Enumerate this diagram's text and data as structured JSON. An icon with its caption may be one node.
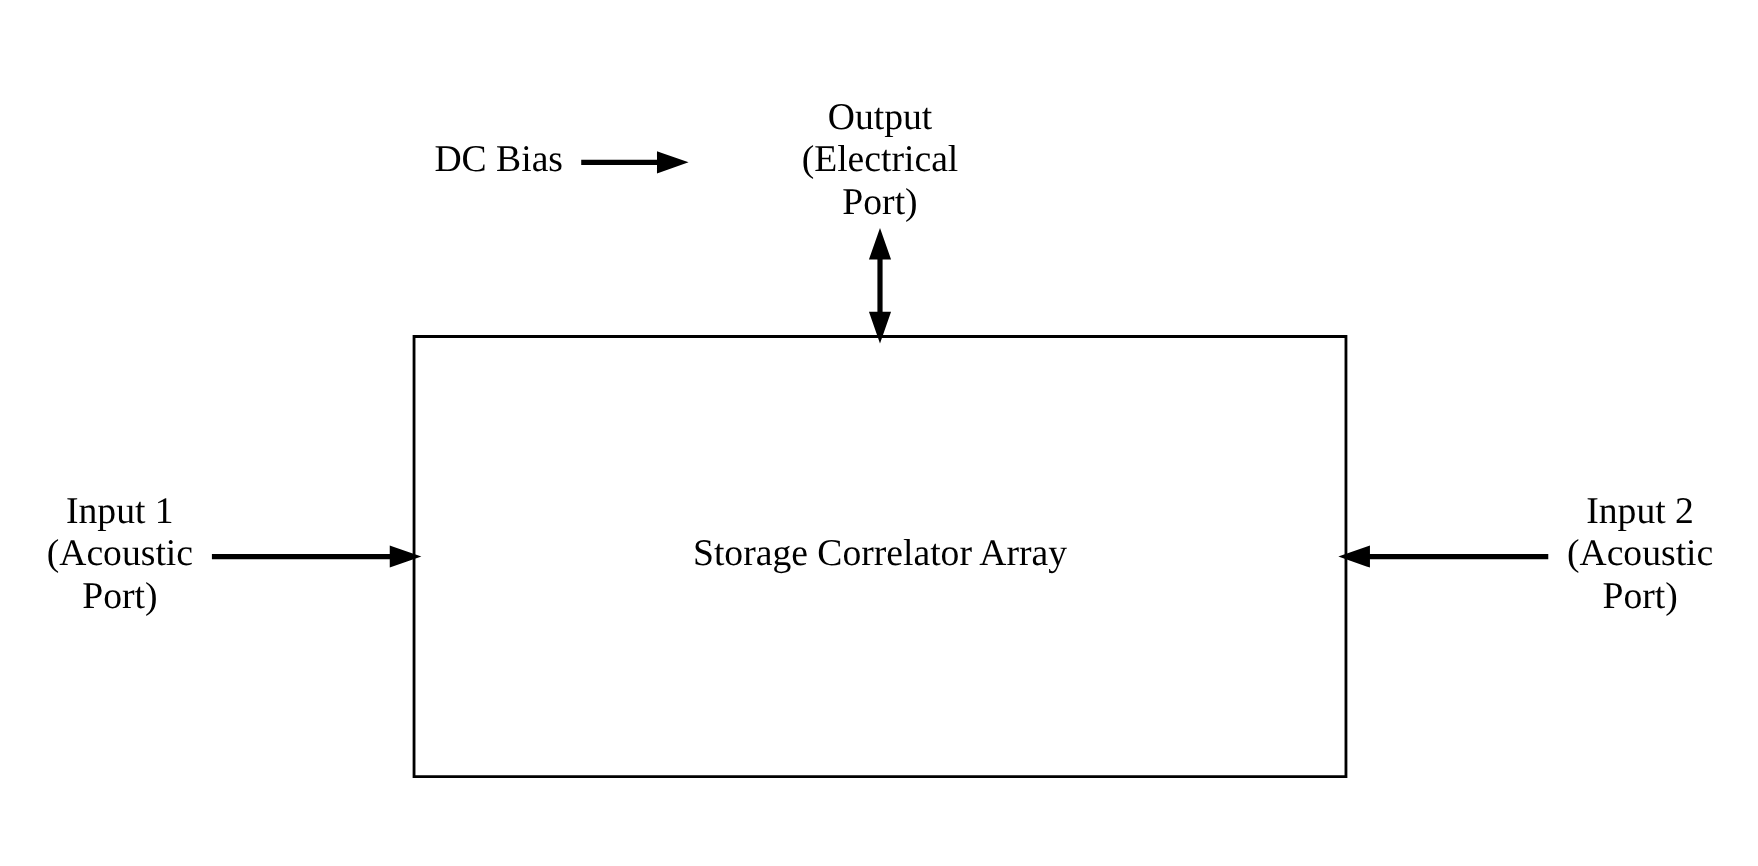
{
  "diagram": {
    "nodes": [
      {
        "text": [
          "Storage Correlator Array"
        ]
      },
      {
        "text": [
          "Input 1 (Acoustic Port)"
        ]
      },
      {
        "text": [
          "Input 2 (Acoustic Port)"
        ]
      },
      {
        "text": [
          "DC Bias"
        ]
      },
      {
        "text": [
          "Output (Electrical Port)"
        ]
      }
    ],
    "edges": [
      {
        "from": 1,
        "to": 0,
        "arrow": "to"
      },
      {
        "from": 2,
        "to": 0,
        "arrow": "to"
      },
      {
        "from": 0,
        "to": 4,
        "arrow": "both"
      },
      {
        "from": 3,
        "to": null,
        "arrow": "to"
      }
    ]
  }
}
